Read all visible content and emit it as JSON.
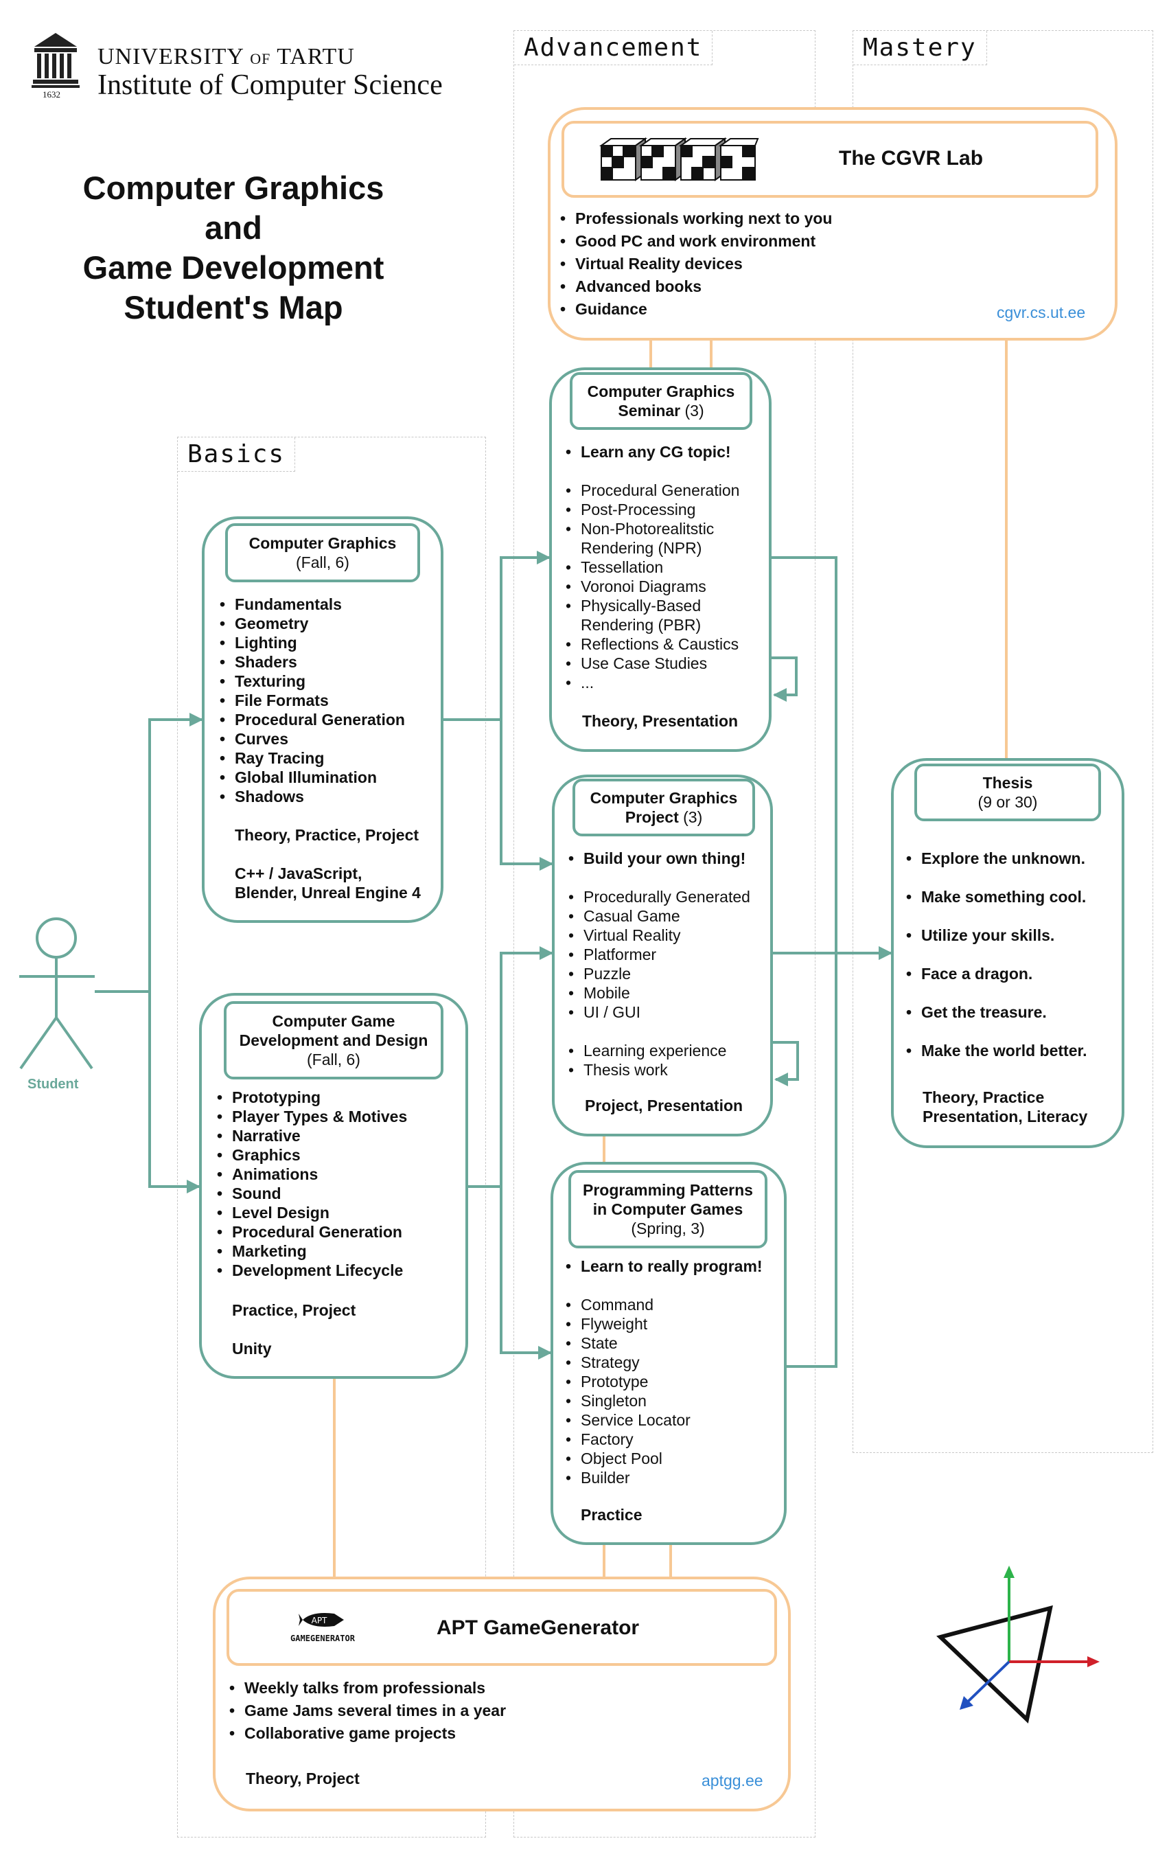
{
  "header": {
    "university": "UNIVERSITY",
    "of": "OF",
    "tartu": "TARTU",
    "institute": "Institute of Computer Science",
    "year": "1632",
    "title_lines": [
      "Computer Graphics",
      "and",
      "Game Development",
      "Student's Map"
    ]
  },
  "lanes": {
    "basics": "Basics",
    "advancement": "Advancement",
    "mastery": "Mastery"
  },
  "student": {
    "label": "Student"
  },
  "cgvr": {
    "title": "The CGVR Lab",
    "items": [
      "Professionals working next to you",
      "Good PC and work environment",
      "Virtual Reality devices",
      "Advanced books",
      "Guidance"
    ],
    "link": "cgvr.cs.ut.ee"
  },
  "cg": {
    "title": "Computer Graphics",
    "sub": "(Fall, 6)",
    "items": [
      "Fundamentals",
      "Geometry",
      "Lighting",
      "Shaders",
      "Texturing",
      "File Formats",
      "Procedural Generation",
      "Curves",
      "Ray Tracing",
      "Global Illumination",
      "Shadows"
    ],
    "foot1": "Theory, Practice, Project",
    "foot2": "C++ / JavaScript,",
    "foot3": "Blender, Unreal Engine 4"
  },
  "cgdd": {
    "title1": "Computer Game",
    "title2": "Development and Design",
    "sub": "(Fall, 6)",
    "items": [
      "Prototyping",
      "Player Types & Motives",
      "Narrative",
      "Graphics",
      "Animations",
      "Sound",
      "Level Design",
      "Procedural Generation",
      "Marketing",
      "Development Lifecycle"
    ],
    "foot1": "Practice, Project",
    "foot2": "Unity"
  },
  "seminar": {
    "title1": "Computer Graphics",
    "title2": "Seminar",
    "credits": "(3)",
    "lead": "Learn any CG topic!",
    "items": [
      "Procedural Generation",
      "Post-Processing",
      "Non-Photorealitstic",
      "Tessellation",
      "Voronoi Diagrams",
      "Physically-Based",
      "Reflections & Caustics",
      "Use Case Studies",
      "..."
    ],
    "wrap_npr": "Rendering (NPR)",
    "wrap_pbr": "Rendering (PBR)",
    "foot": "Theory, Presentation"
  },
  "project": {
    "title1": "Computer Graphics",
    "title2": "Project",
    "credits": "(3)",
    "lead": "Build your own thing!",
    "items": [
      "Procedurally Generated",
      "Casual Game",
      "Virtual Reality",
      "Platformer",
      "Puzzle",
      "Mobile",
      "UI / GUI"
    ],
    "items2": [
      "Learning experience",
      "Thesis work"
    ],
    "foot": "Project, Presentation"
  },
  "patterns": {
    "title1": "Programming Patterns",
    "title2": "in Computer Games",
    "sub": "(Spring, 3)",
    "lead": "Learn to really program!",
    "items": [
      "Command",
      "Flyweight",
      "State",
      "Strategy",
      "Prototype",
      "Singleton",
      "Service Locator",
      "Factory",
      "Object Pool",
      "Builder"
    ],
    "foot": "Practice"
  },
  "thesis": {
    "title": "Thesis",
    "sub": "(9 or 30)",
    "items": [
      "Explore the unknown.",
      "Make something cool.",
      "Utilize your skills.",
      "Face a dragon.",
      "Get the treasure.",
      "Make the world better."
    ],
    "foot1": "Theory, Practice",
    "foot2": "Presentation, Literacy"
  },
  "apt": {
    "logo_top": "APT",
    "logo_bottom": "GAMEGENERATOR",
    "title": "APT GameGenerator",
    "items": [
      "Weekly talks from professionals",
      "Game Jams several times in a year",
      "Collaborative game projects"
    ],
    "foot": "Theory, Project",
    "link": "aptgg.ee"
  },
  "colors": {
    "teal": "#6aa89a",
    "orange": "#f7c894",
    "link": "#3a8fd8"
  }
}
